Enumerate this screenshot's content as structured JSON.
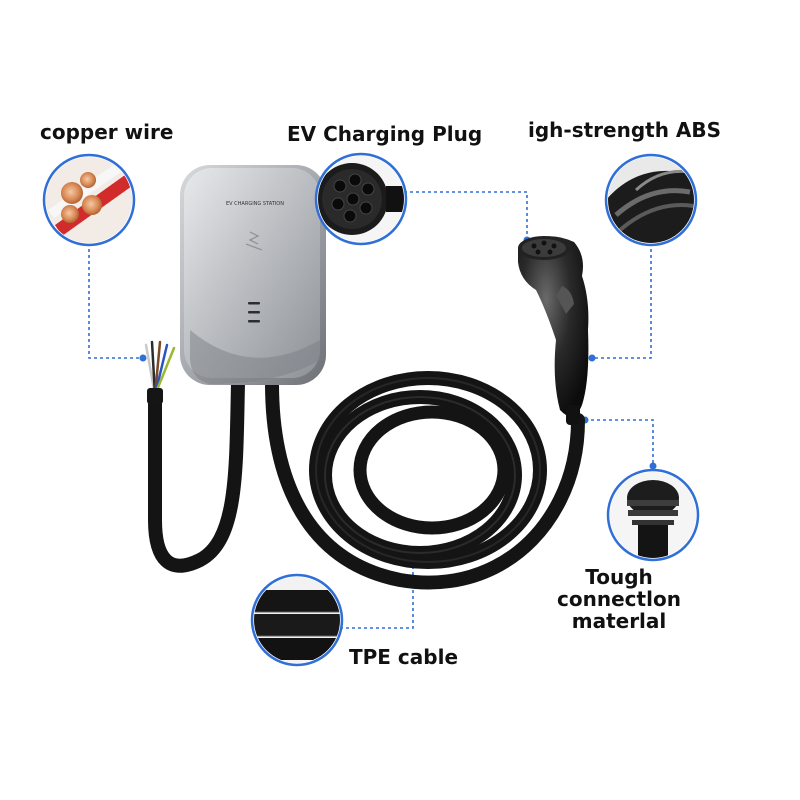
{
  "labels": {
    "copper_wire": "copper wire",
    "ev_plug": "EV Charging Plug",
    "abs": "igh-strength ABS",
    "tough_line1": "Tough connectlon",
    "tough_line2": "materlal",
    "tpe_cable": "TPE cable"
  },
  "station": {
    "panel_text": "EV CHARGING STATION"
  },
  "colors": {
    "callout_ring": "#2f6fd6",
    "dotted_line": "#2f6fd6",
    "cable": "#141414",
    "station_body": "#a9acb0"
  }
}
